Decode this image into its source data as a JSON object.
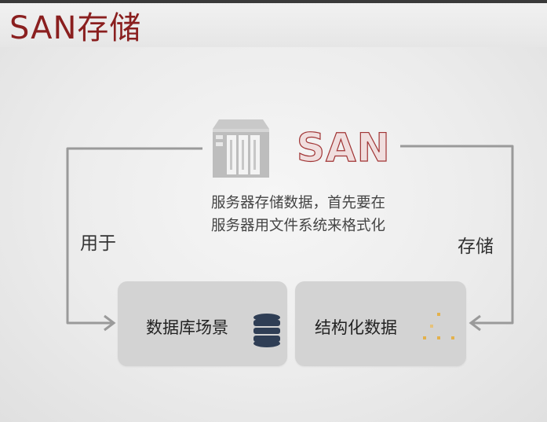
{
  "slide": {
    "title": "SAN存储",
    "san_logo_text": "SAN",
    "description_lines": [
      "服务器存储数据，首先要在",
      "服务器用文件系统来格式化"
    ],
    "left_label": "用于",
    "right_label": "存储",
    "cards": [
      {
        "label": "数据库场景",
        "icon": "database-icon"
      },
      {
        "label": "结构化数据",
        "icon": "structured-data-icon"
      }
    ]
  },
  "colors": {
    "title": "#8a1f1f",
    "san_outline": "#a03434",
    "card_bg": "#d3d3d3",
    "db_icon": "#2f3e55",
    "dot_color": "#e3b14c",
    "connector": "#9a9a9a"
  }
}
